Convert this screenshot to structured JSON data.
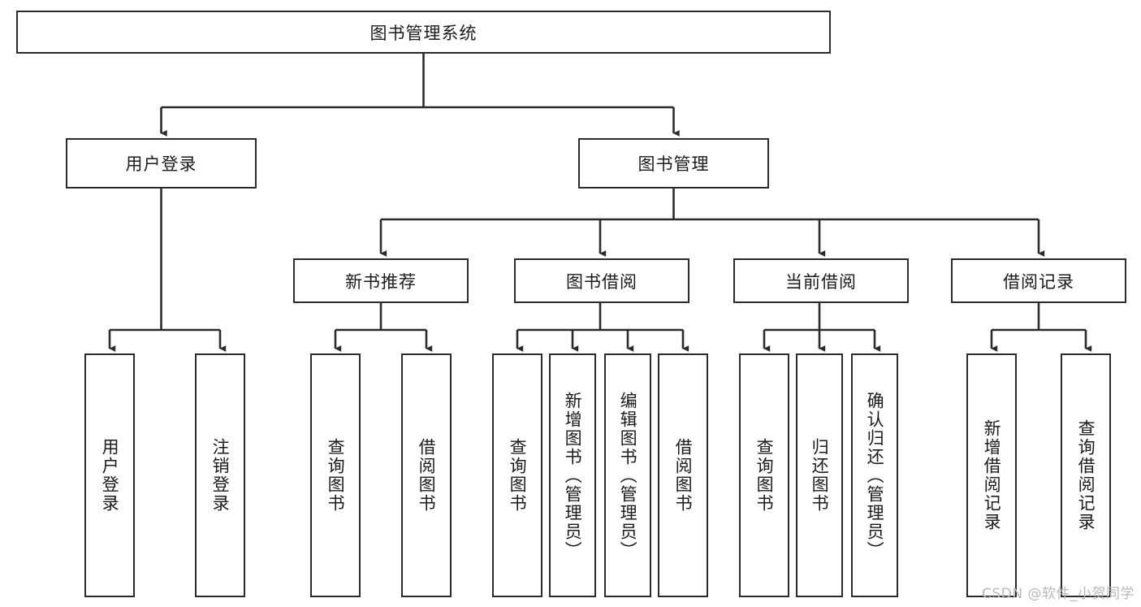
{
  "diagram": {
    "title": "图书管理系统",
    "type": "tree",
    "root": {
      "label": "图书管理系统"
    },
    "level2": [
      {
        "label": "用户登录"
      },
      {
        "label": "图书管理"
      }
    ],
    "level3": [
      {
        "label": "新书推荐"
      },
      {
        "label": "图书借阅"
      },
      {
        "label": "当前借阅"
      },
      {
        "label": "借阅记录"
      }
    ],
    "leaves": {
      "user_login": [
        {
          "label": "用户登录"
        },
        {
          "label": "注销登录"
        }
      ],
      "new_book": [
        {
          "label": "查询图书"
        },
        {
          "label": "借阅图书"
        }
      ],
      "book_borrow": [
        {
          "label": "查询图书"
        },
        {
          "label": "新增图书（管理员）"
        },
        {
          "label": "编辑图书（管理员）"
        },
        {
          "label": "借阅图书"
        }
      ],
      "current_borrow": [
        {
          "label": "查询图书"
        },
        {
          "label": "归还图书"
        },
        {
          "label": "确认归还（管理员）"
        }
      ],
      "borrow_record": [
        {
          "label": "新增借阅记录"
        },
        {
          "label": "查询借阅记录"
        }
      ]
    }
  },
  "watermark": {
    "text": "CSDN @软件_小贺同学"
  },
  "colors": {
    "stroke": "#2b2b2b",
    "background": "#ffffff",
    "text": "#1a1a1a",
    "watermark": "#b9b9b9"
  }
}
